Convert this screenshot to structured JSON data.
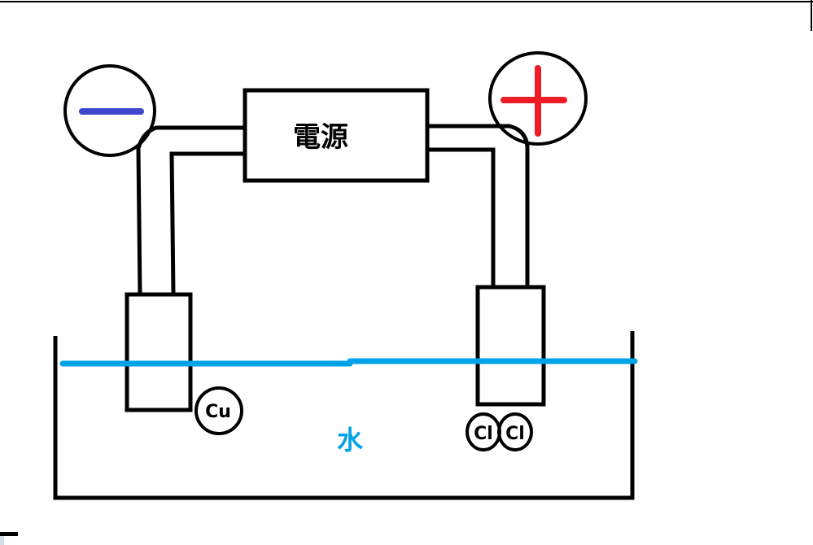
{
  "diagram": {
    "power_supply_label": "電源",
    "water_label": "水",
    "negative_terminal_symbol": "−",
    "positive_terminal_symbol": "+",
    "cathode_product": "Cu",
    "anode_product_atoms": [
      "Cl",
      "Cl"
    ]
  },
  "colors": {
    "wire": "#000000",
    "negative": "#3f48cc",
    "positive": "#ed1c24",
    "water": "#00a2e8"
  }
}
